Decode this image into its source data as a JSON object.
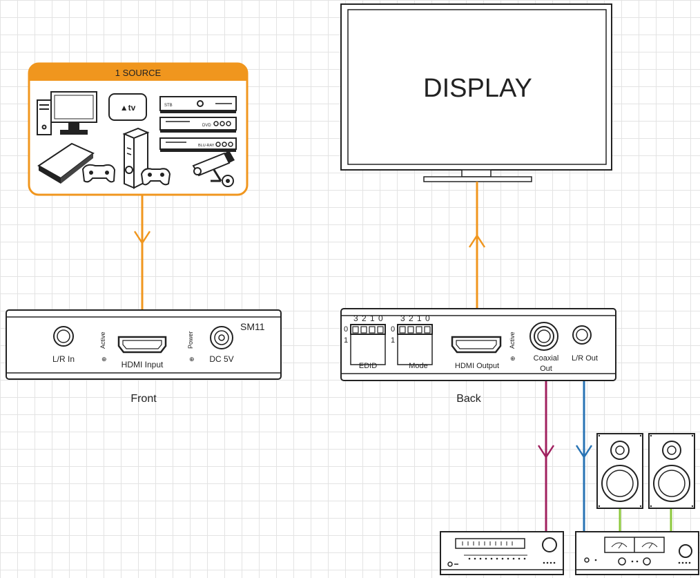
{
  "source": {
    "title": "1 SOURCE",
    "stb_label": "STB",
    "dvd_label": "DVD",
    "bluray_label": "BLU-RAY"
  },
  "display": {
    "label": "DISPLAY"
  },
  "front": {
    "model": "SM11",
    "lr_in": "L/R In",
    "active": "Active",
    "hdmi_input": "HDMI Input",
    "power": "Power",
    "dc": "DC 5V",
    "caption": "Front"
  },
  "back": {
    "edid_bits": "3 2 1 0",
    "mode_bits": "3 2 1 0",
    "zero": "0",
    "one": "1",
    "edid": "EDID",
    "mode": "Mode",
    "hdmi_output": "HDMI Output",
    "active": "Active",
    "coaxial_line1": "Coaxial",
    "coaxial_line2": "Out",
    "lr_out": "L/R Out",
    "caption": "Back"
  },
  "colors": {
    "hdmi_line": "#f0961e",
    "coaxial_line": "#a0205f",
    "analog_line": "#2873b4",
    "speaker_wire": "#8cc83c",
    "source_box": "#f0961e"
  }
}
